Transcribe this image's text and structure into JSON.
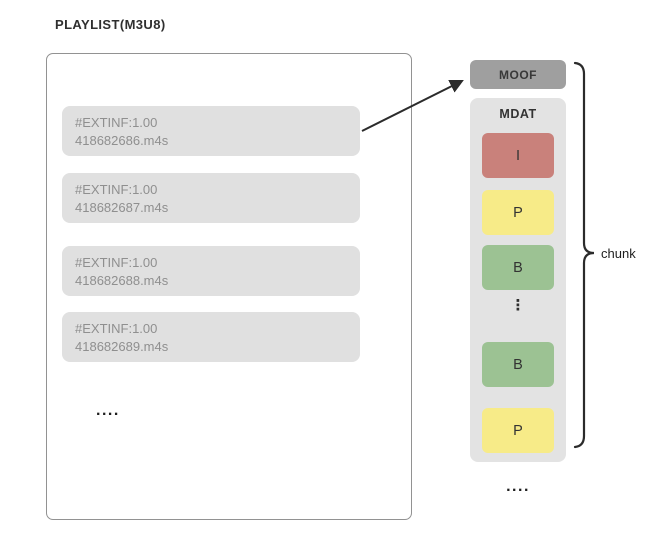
{
  "title": "PLAYLIST(M3U8)",
  "playlist": {
    "segments": [
      {
        "line1": "#EXTINF:1.00",
        "line2": "418682686.m4s"
      },
      {
        "line1": "#EXTINF:1.00",
        "line2": "418682687.m4s"
      },
      {
        "line1": "#EXTINF:1.00",
        "line2": "418682688.m4s"
      },
      {
        "line1": "#EXTINF:1.00",
        "line2": "418682689.m4s"
      }
    ],
    "ellipsis": "...."
  },
  "chunk": {
    "moof_label": "MOOF",
    "mdat_label": "MDAT",
    "frames": [
      {
        "label": "I",
        "color": "#c9817b"
      },
      {
        "label": "P",
        "color": "#f7eb88"
      },
      {
        "label": "B",
        "color": "#9cc293"
      },
      {
        "label": "⋮",
        "color": null
      },
      {
        "label": "B",
        "color": "#9cc293"
      },
      {
        "label": "P",
        "color": "#f7eb88"
      }
    ],
    "brace_label": "chunk",
    "ellipsis": "...."
  },
  "colors": {
    "moof_bg": "#9f9f9f",
    "mdat_bg": "#e3e3e3",
    "segment_bg": "#e0e0e0",
    "frame_i": "#c9817b",
    "frame_p": "#f7eb88",
    "frame_b": "#9cc293",
    "connector": "#2b2b2b",
    "segment_text": "#8f8f8f",
    "label_text": "#333333"
  }
}
